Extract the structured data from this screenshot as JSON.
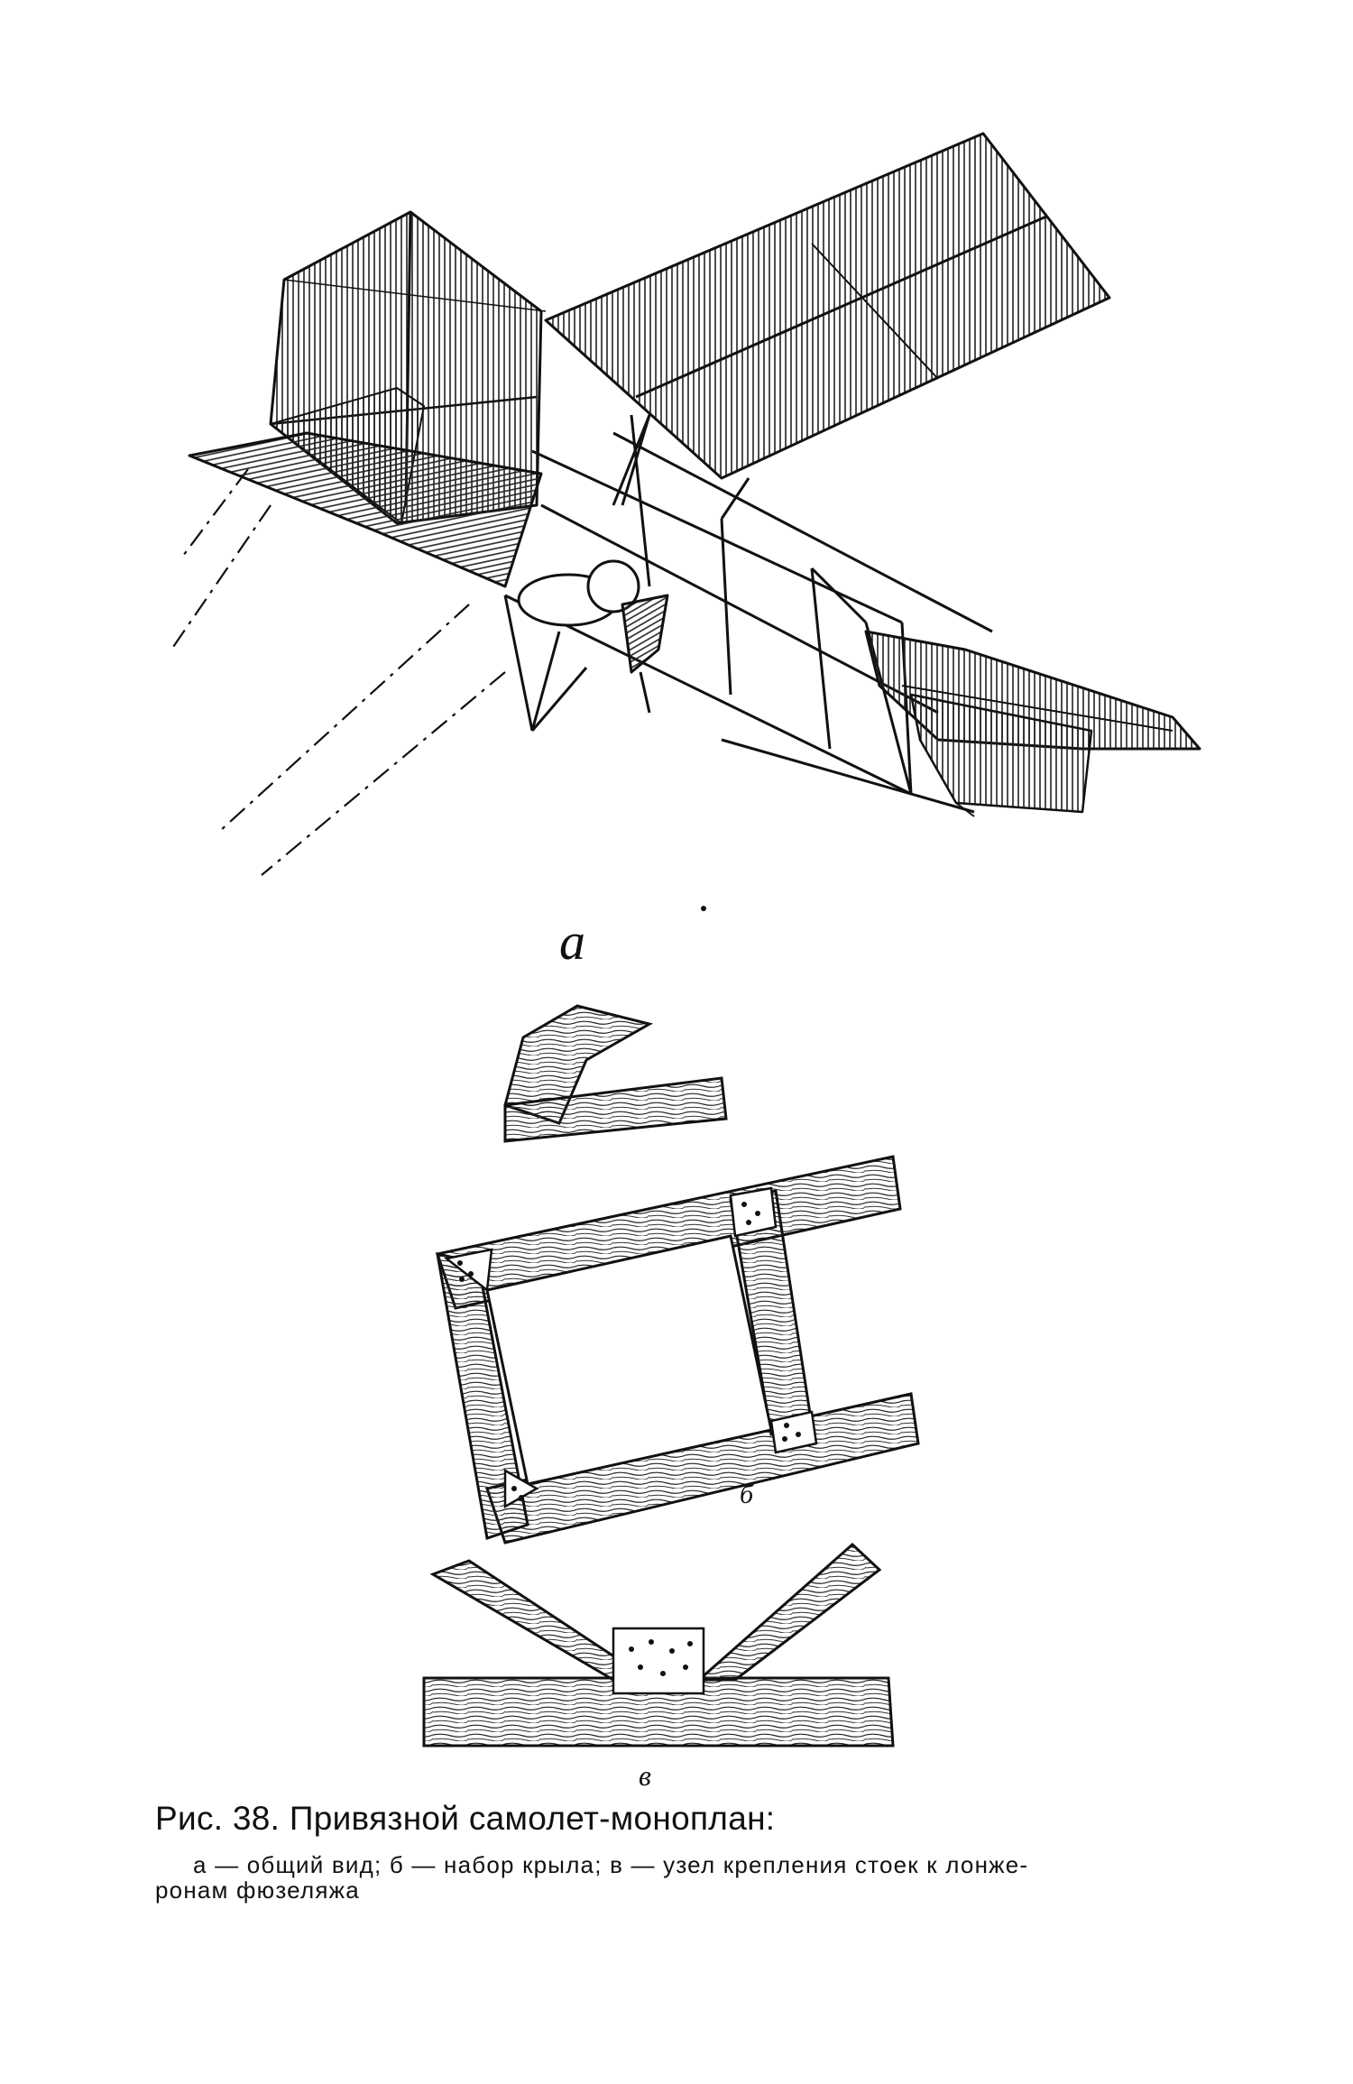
{
  "figure": {
    "sublabels": {
      "a": "а",
      "b": "б",
      "v": "в"
    }
  },
  "caption": {
    "title": "Рис. 38. Привязной самолет-моноплан:",
    "legend_line1": "а — общий вид; б — набор крыла; в — узел крепления стоек к лонже-",
    "legend_line2": "ронам фюзеляжа"
  }
}
